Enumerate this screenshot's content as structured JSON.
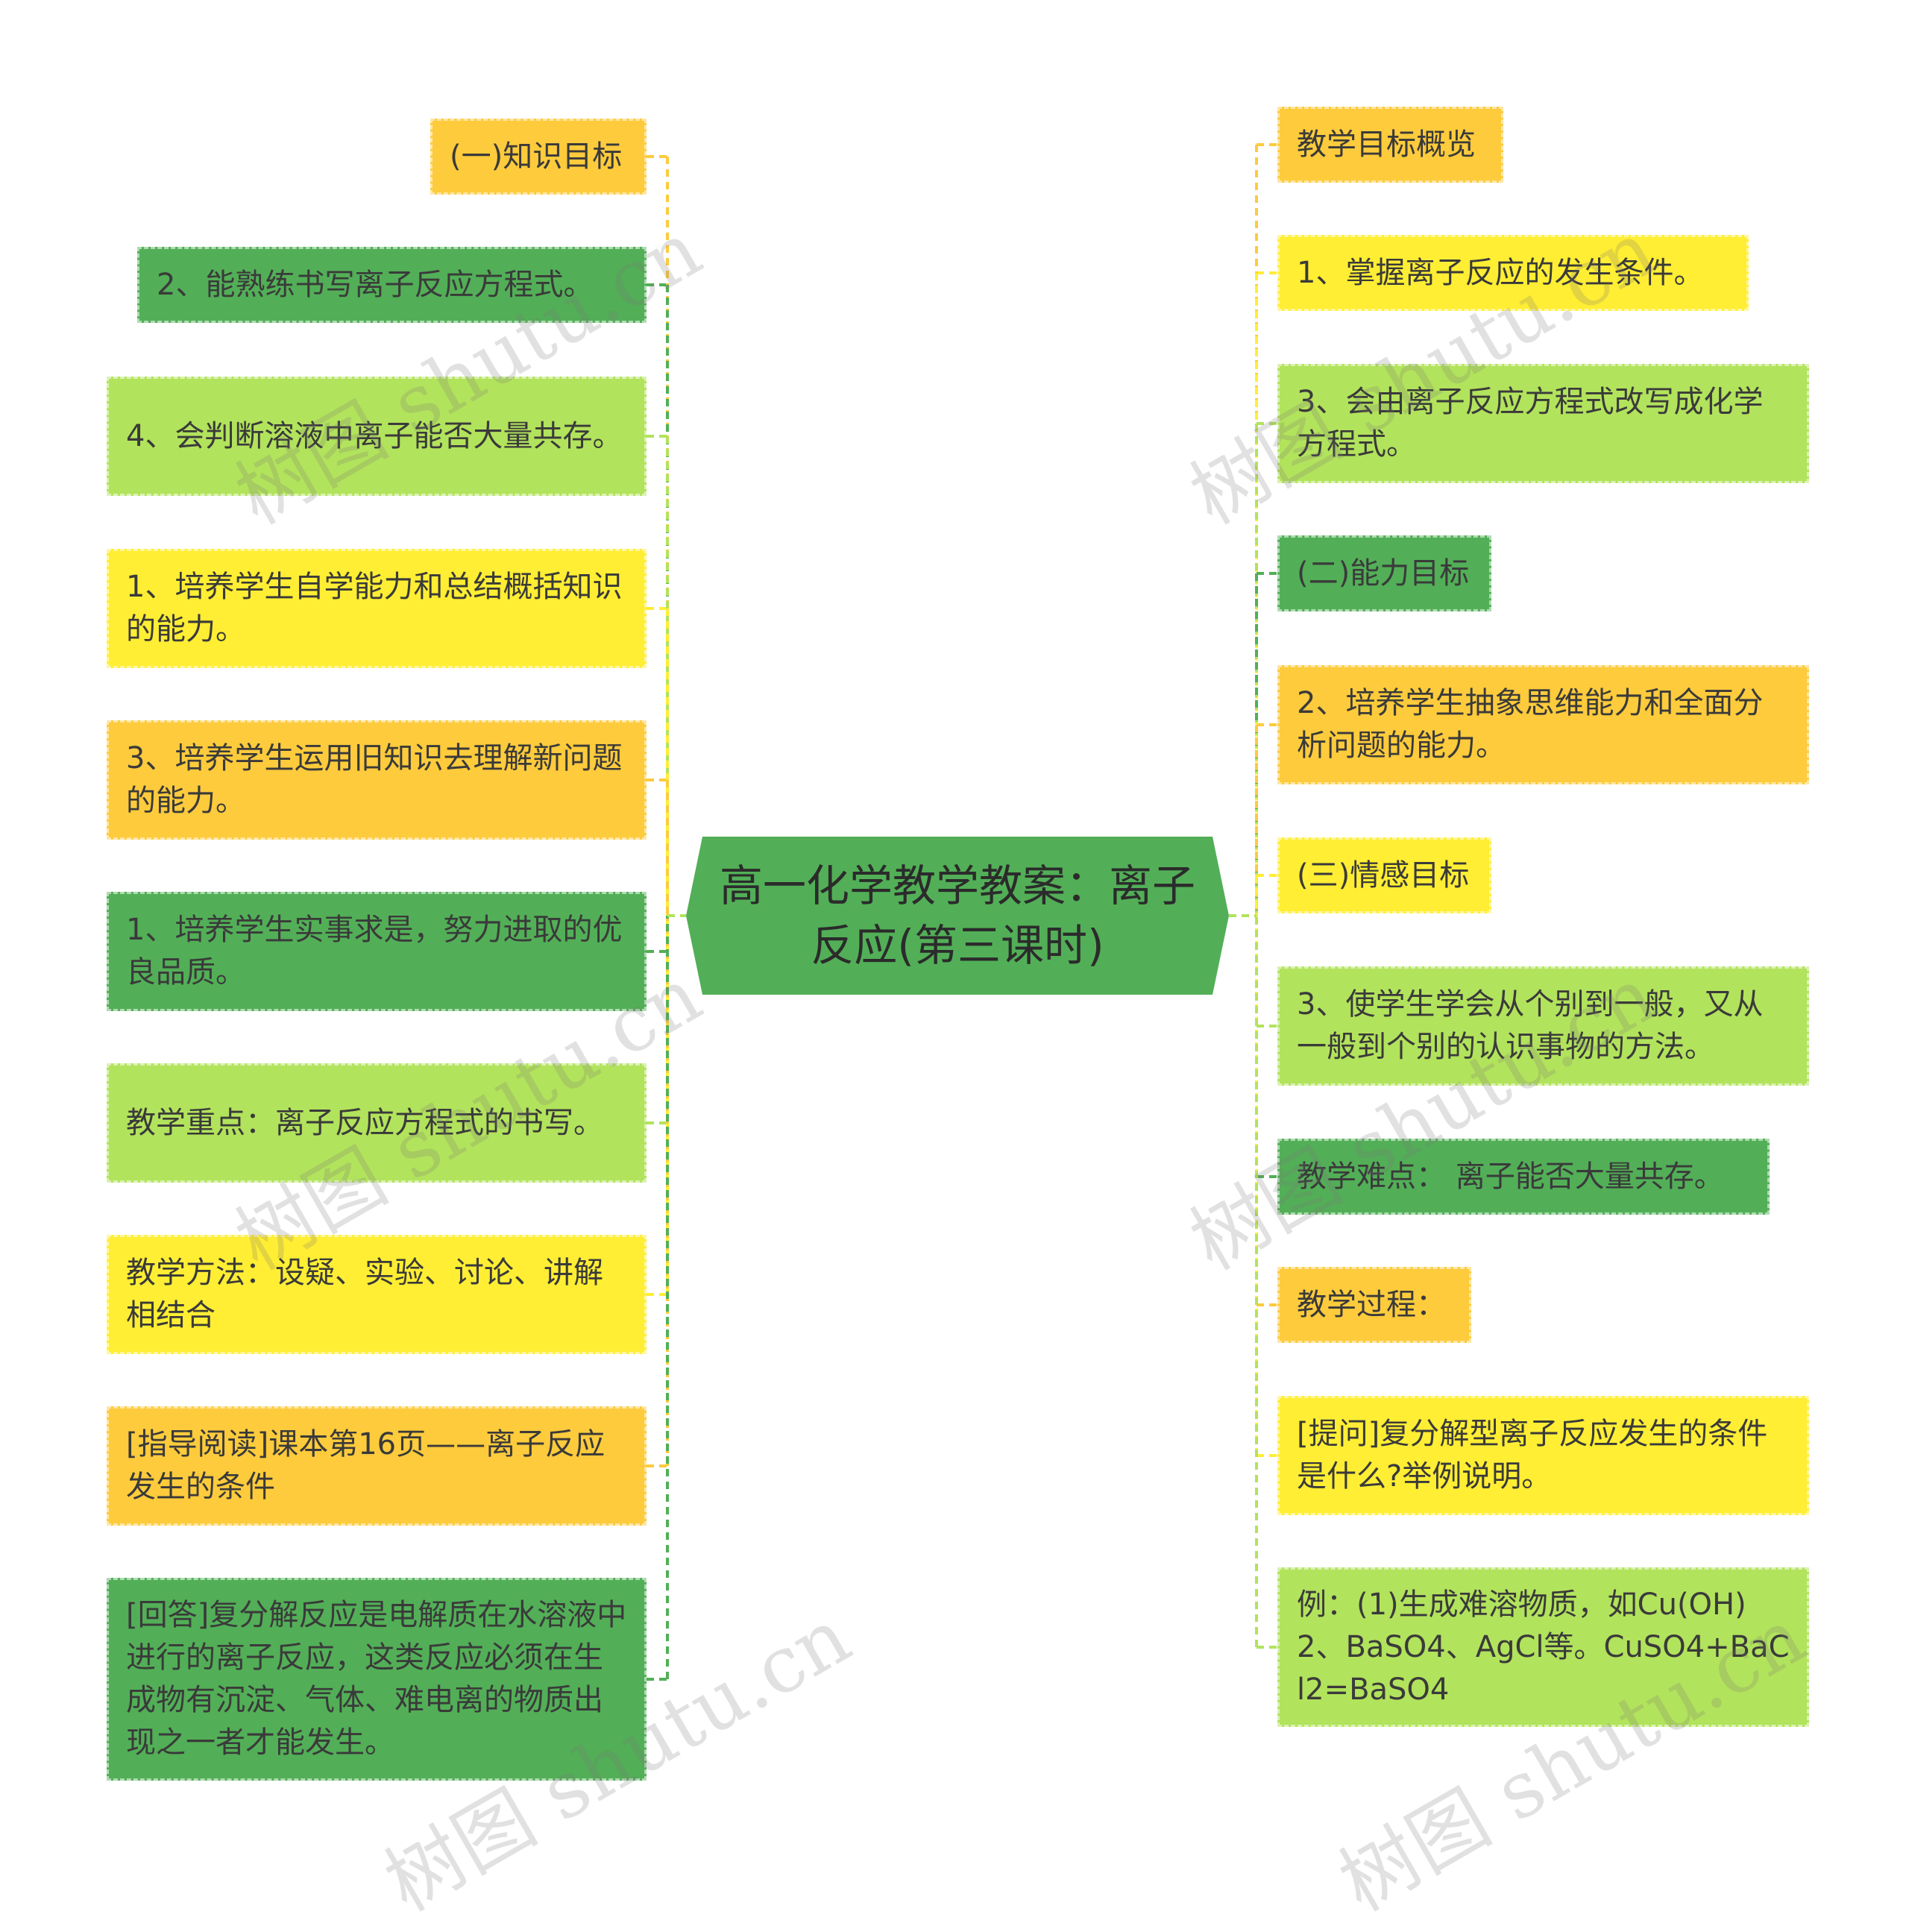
{
  "center": {
    "title": "高一化学教学教案：离子反应(第三课时)",
    "color": "#52af57"
  },
  "left_nodes": [
    {
      "text": "(一)知识目标",
      "color": "orange"
    },
    {
      "text": "2、能熟练书写离子反应方程式。",
      "color": "green"
    },
    {
      "text": "4、会判断溶液中离子能否大量共存。",
      "color": "lime"
    },
    {
      "text": "1、培养学生自学能力和总结概括知识的能力。",
      "color": "yellow"
    },
    {
      "text": "3、培养学生运用旧知识去理解新问题的能力。",
      "color": "orange"
    },
    {
      "text": "1、培养学生实事求是，努力进取的优良品质。",
      "color": "green"
    },
    {
      "text": "教学重点：离子反应方程式的书写。",
      "color": "lime"
    },
    {
      "text": "教学方法：设疑、实验、讨论、讲解相结合",
      "color": "yellow"
    },
    {
      "text": "[指导阅读]课本第16页——离子反应发生的条件",
      "color": "orange"
    },
    {
      "text": "[回答]复分解反应是电解质在水溶液中进行的离子反应，这类反应必须在生成物有沉淀、气体、难电离的物质出现之一者才能发生。",
      "color": "green"
    }
  ],
  "right_nodes": [
    {
      "text": "教学目标概览",
      "color": "orange"
    },
    {
      "text": "1、掌握离子反应的发生条件。",
      "color": "yellow"
    },
    {
      "text": "3、会由离子反应方程式改写成化学方程式。",
      "color": "lime"
    },
    {
      "text": "(二)能力目标",
      "color": "green"
    },
    {
      "text": "2、培养学生抽象思维能力和全面分析问题的能力。",
      "color": "orange"
    },
    {
      "text": "(三)情感目标",
      "color": "yellow"
    },
    {
      "text": "3、使学生学会从个别到一般，又从一般到个别的认识事物的方法。",
      "color": "lime"
    },
    {
      "text": "教学难点： 离子能否大量共存。",
      "color": "green"
    },
    {
      "text": "教学过程：",
      "color": "orange"
    },
    {
      "text": "[提问]复分解型离子反应发生的条件是什么?举例说明。",
      "color": "yellow"
    },
    {
      "text": "例：(1)生成难溶物质，如Cu(OH)2、BaSO4、AgCl等。CuSO4+BaCl2=BaSO4",
      "color": "lime"
    }
  ],
  "colors": {
    "yellow": "#ffee33",
    "orange": "#fdcb3c",
    "lime": "#b2e35c",
    "green": "#52af57"
  },
  "watermark": {
    "text": "树图 shutu.cn"
  }
}
